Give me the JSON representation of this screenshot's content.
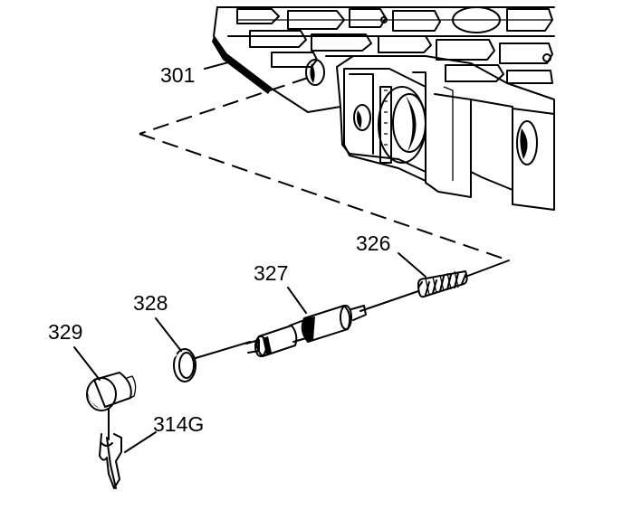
{
  "callouts": {
    "housing": "301",
    "spring": "326",
    "valve": "327",
    "retaining_ring": "328",
    "plug": "329",
    "clip": "314G"
  }
}
